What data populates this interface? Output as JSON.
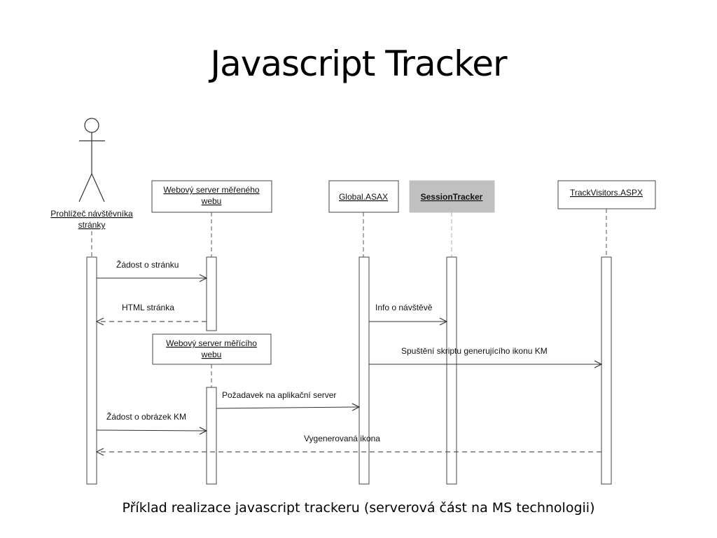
{
  "title": "Javascript Tracker",
  "caption": "Příklad realizace javascript trackeru (serverová část na MS technologii)",
  "diagram": {
    "actor": {
      "line1": "Prohlížeč návštěvníka",
      "line2": "stránky"
    },
    "lifelines": {
      "web_measured": {
        "line1": "Webový server měřeného",
        "line2": "webu"
      },
      "global_asax": {
        "label": "Global.ASAX"
      },
      "session_tracker": {
        "label": "SessionTracker"
      },
      "track_visitors": {
        "label": "TrackVisitors.ASPX"
      },
      "web_measuring": {
        "line1": "Webový server měřícího",
        "line2": "webu"
      }
    },
    "messages": {
      "page_request": "Žádost o stránku",
      "html_page": "HTML stránka",
      "visit_info": "Info o návštěvě",
      "run_script": "Spuštění skriptu generujícího ikonu KM",
      "app_server_request": "Požadavek na aplikační server",
      "image_request": "Žádost o obrázek KM",
      "generated_icon": "Vygenerovaná ikona"
    },
    "colors": {
      "session_tracker_fill": "#c0c0c0",
      "line": "#333333"
    }
  }
}
